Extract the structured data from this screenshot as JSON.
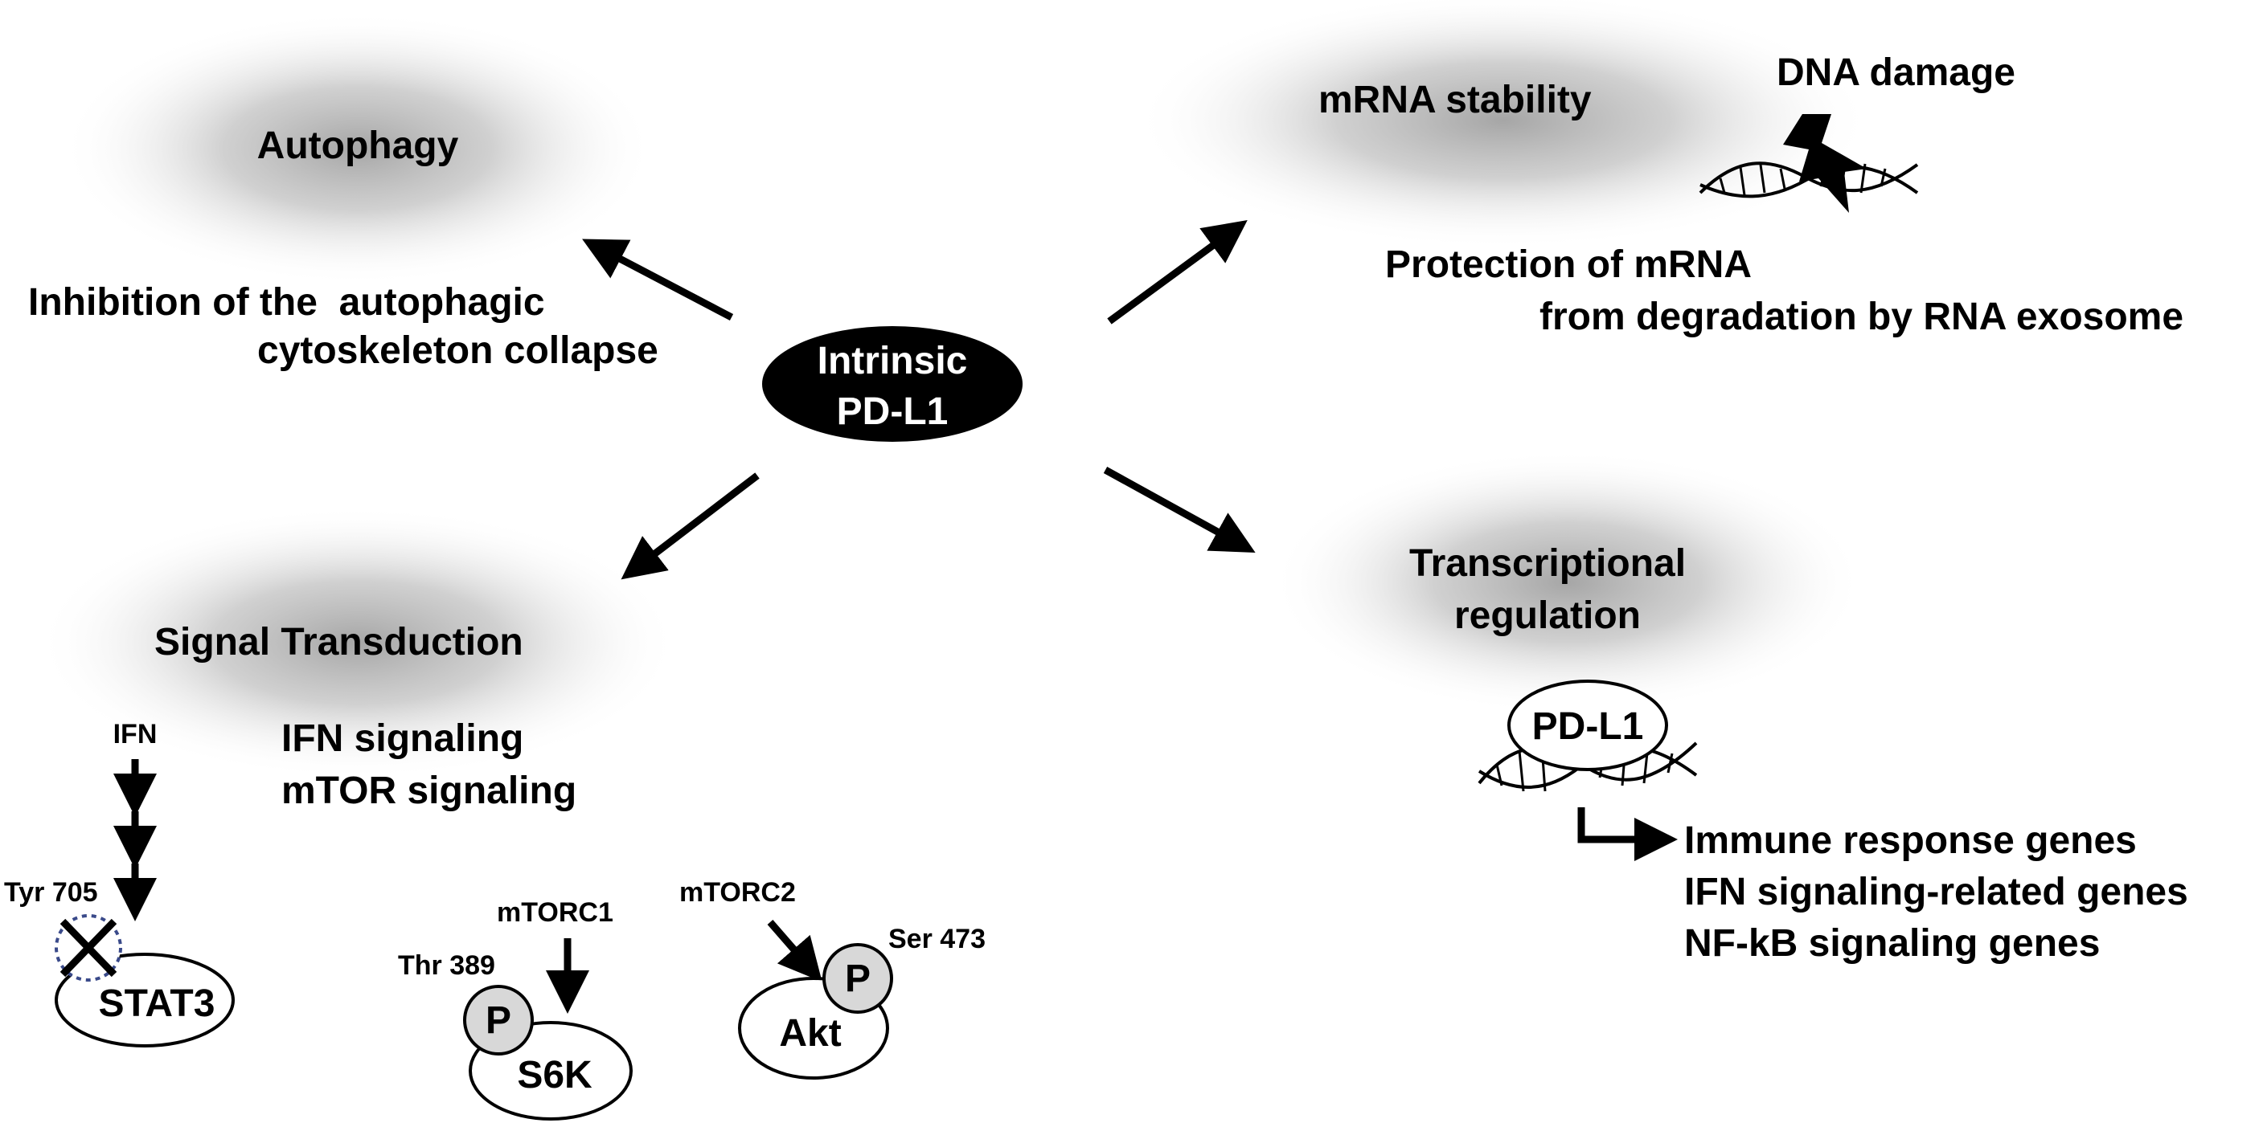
{
  "center": {
    "line1": "Intrinsic",
    "line2": "PD-L1"
  },
  "autophagy": {
    "title": "Autophagy",
    "desc_line1": "Inhibition of the  autophagic",
    "desc_line2": "cytoskeleton collapse"
  },
  "mrna": {
    "title": "mRNA stability",
    "dna_damage": "DNA damage",
    "desc_line1": "Protection of mRNA",
    "desc_line2": "from degradation by RNA exosome"
  },
  "signal": {
    "title": "Signal Transduction",
    "desc_line1": "IFN signaling",
    "desc_line2": "mTOR signaling",
    "ifn": "IFN",
    "tyr": "Tyr 705",
    "stat3": "STAT3",
    "mtorc1": "mTORC1",
    "thr": "Thr 389",
    "s6k": "S6K",
    "mtorc2": "mTORC2",
    "ser": "Ser 473",
    "akt": "Akt",
    "p": "P"
  },
  "transcription": {
    "title_line1": "Transcriptional",
    "title_line2": "regulation",
    "pdl1": "PD-L1",
    "gene1": "Immune response genes",
    "gene2": "IFN signaling-related genes",
    "gene3": "NF-kB signaling genes"
  }
}
